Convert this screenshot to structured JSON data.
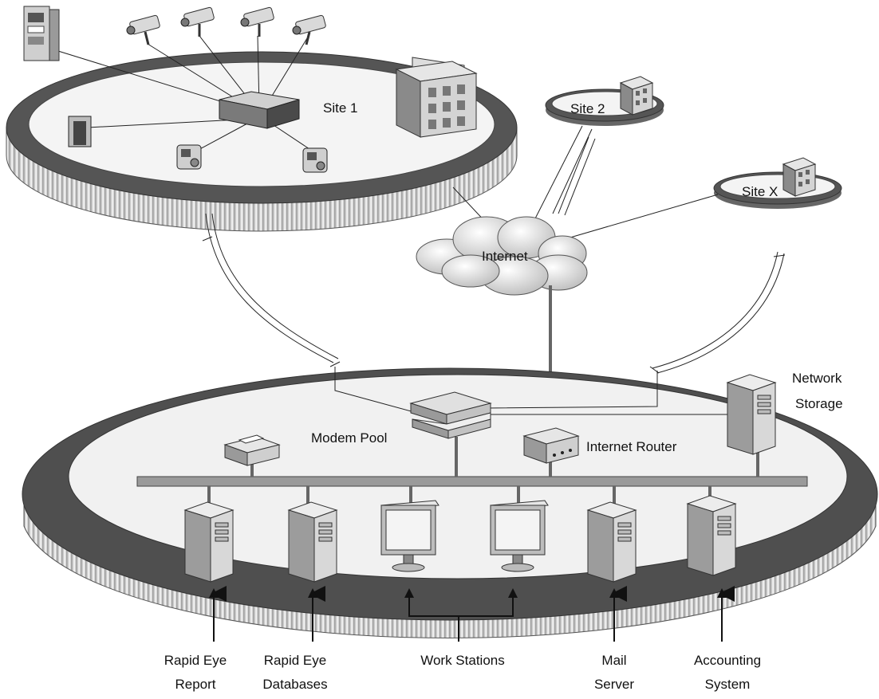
{
  "labels": {
    "site1": "Site 1",
    "site2": "Site 2",
    "sitex": "Site X",
    "internet": "Internet",
    "network_storage_1": "Network",
    "network_storage_2": "Storage",
    "modem_pool": "Modem Pool",
    "internet_router": "Internet Router"
  },
  "bottom_labels": [
    {
      "line1": "Rapid Eye",
      "line2": "Report"
    },
    {
      "line1": "Rapid Eye",
      "line2": "Databases"
    },
    {
      "line1": "Work Stations",
      "line2": ""
    },
    {
      "line1": "Mail",
      "line2": "Server"
    },
    {
      "line1": "Accounting",
      "line2": "System"
    }
  ],
  "icons": {
    "atm": "atm-icon",
    "camera": "camera-icon",
    "dvr": "dvr-recorder-icon",
    "door": "door-icon",
    "fuel_pump": "fuel-pump-icon",
    "building": "building-icon",
    "cloud": "cloud-icon",
    "tower_pc": "tower-pc-icon",
    "monitor": "monitor-icon",
    "printer": "printer-icon",
    "modem": "modem-icon",
    "router": "router-icon"
  },
  "colors": {
    "ring_dark": "#4d4d4d",
    "ring_side": "#9a9a9a",
    "floor": "#f1f1f1",
    "line": "#222222"
  }
}
